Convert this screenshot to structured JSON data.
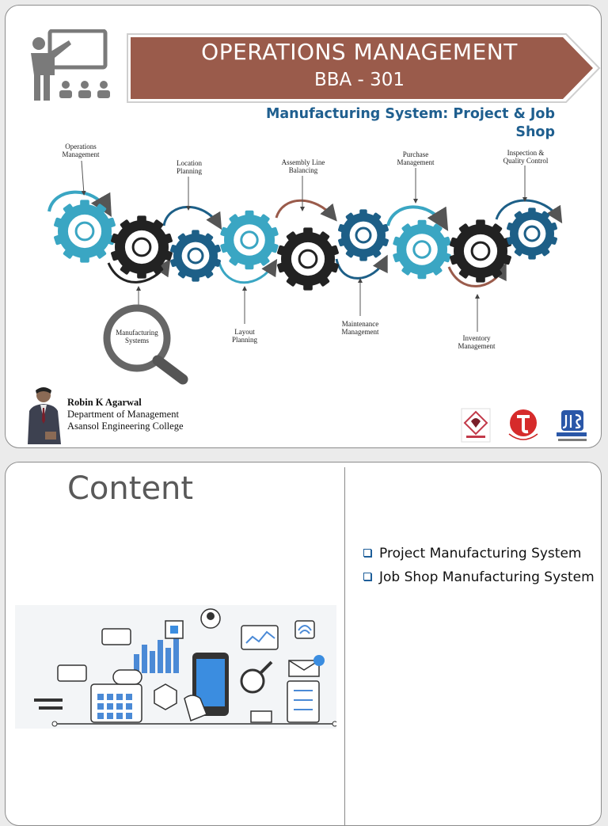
{
  "slide1": {
    "banner_title": "OPERATIONS MANAGEMENT",
    "banner_subtitle": "BBA - 301",
    "subtitle": "Manufacturing System: Project & Job Shop",
    "diagram_labels": {
      "operations": "Operations Management",
      "location": "Location Planning",
      "assembly": "Assembly Line Balancing",
      "purchase": "Purchase Management",
      "inspection": "Inspection & Quality Control",
      "manufacturing": "Manufacturing Systems",
      "layout": "Layout Planning",
      "maintenance": "Maintenance Management",
      "inventory": "Inventory Management"
    },
    "author": {
      "name": "Robin K Agarwal",
      "department": "Department of Management",
      "college": "Asansol Engineering College"
    },
    "colors": {
      "banner": "#9a5b4b",
      "subtitle": "#1f5f8f",
      "teal_gear": "#3aa6c3",
      "black_gear": "#222222",
      "navy_gear": "#1d5f87"
    }
  },
  "slide2": {
    "title": "Content",
    "bullets": [
      "Project Manufacturing System",
      "Job Shop Manufacturing System"
    ]
  }
}
